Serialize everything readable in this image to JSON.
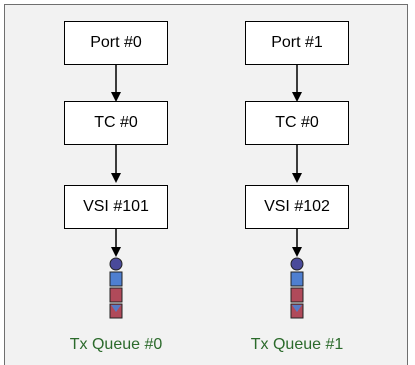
{
  "diagram": {
    "columns": [
      {
        "port": "Port #0",
        "tc": "TC #0",
        "vsi": "VSI #101",
        "queue_label": "Tx Queue #0"
      },
      {
        "port": "Port #1",
        "tc": "TC #0",
        "vsi": "VSI #102",
        "queue_label": "Tx Queue #1"
      }
    ],
    "colors": {
      "background": "#f2f2f2",
      "box_fill": "#ffffff",
      "box_border": "#000000",
      "queue_label": "#2b6a2b",
      "queue_ball": "#4a4a9a",
      "queue_blue": "#4f7fd0",
      "queue_red": "#b04a5a"
    },
    "icons": [
      "arrow-down-icon",
      "queue-stack-icon"
    ]
  }
}
